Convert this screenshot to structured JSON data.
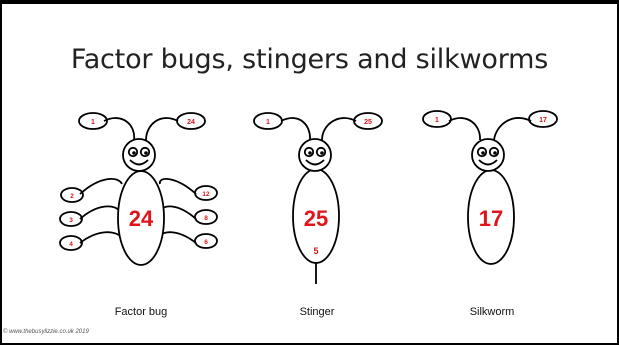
{
  "slide": {
    "title": "Factor bugs, stingers and silkworms",
    "copyright": "© www.thebusylizzie.co.uk 2019"
  },
  "colors": {
    "number": "#e0141b",
    "outline": "#000000",
    "background": "#ffffff"
  },
  "creatures": [
    {
      "caption": "Factor bug",
      "number": "24",
      "antenna_left": "1",
      "antenna_right": "24",
      "legs_left": [
        "2",
        "3",
        "4"
      ],
      "legs_right": [
        "12",
        "8",
        "6"
      ]
    },
    {
      "caption": "Stinger",
      "number": "25",
      "antenna_left": "1",
      "antenna_right": "25",
      "stinger_factor": "5"
    },
    {
      "caption": "Silkworm",
      "number": "17",
      "antenna_left": "1",
      "antenna_right": "17"
    }
  ]
}
